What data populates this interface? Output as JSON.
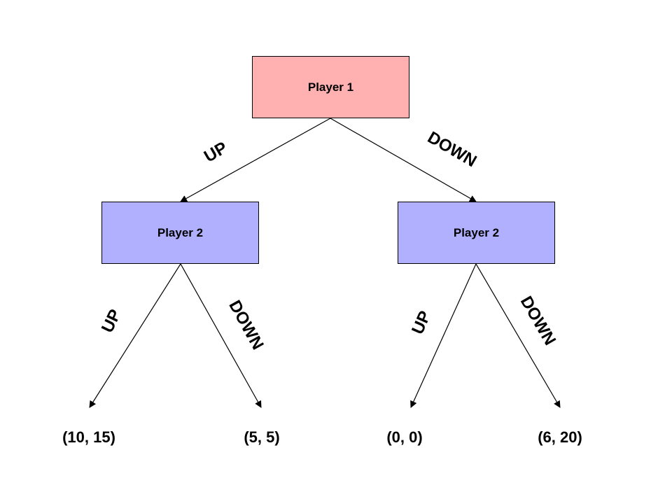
{
  "colors": {
    "player1_fill": "#ffb0b0",
    "player2_fill": "#b0b0ff",
    "line": "#000000"
  },
  "nodes": {
    "root": {
      "label": "Player 1"
    },
    "left": {
      "label": "Player 2"
    },
    "right": {
      "label": "Player 2"
    }
  },
  "edges": {
    "root_up": "UP",
    "root_down": "DOWN",
    "left_up": "UP",
    "left_down": "DOWN",
    "right_up": "UP",
    "right_down": "DOWN"
  },
  "payoffs": [
    "(10, 15)",
    "(5, 5)",
    "(0, 0)",
    "(6, 20)"
  ]
}
